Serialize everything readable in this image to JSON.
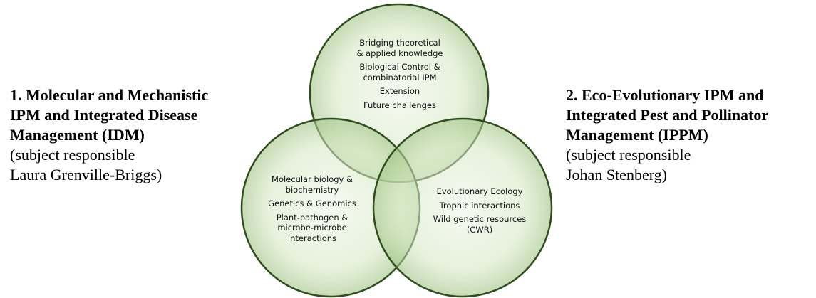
{
  "left_block": {
    "heading_lines": [
      "1. Molecular and Mechanistic",
      "IPM and Integrated Disease",
      "Management (IDM)"
    ],
    "sub_lines": [
      "(subject responsible",
      "Laura Grenville-Briggs)"
    ]
  },
  "right_block": {
    "heading_lines": [
      "2. Eco-Evolutionary IPM and",
      "Integrated Pest and Pollinator",
      "Management (IPPM)"
    ],
    "sub_lines": [
      "(subject responsible",
      "Johan Stenberg)"
    ]
  },
  "circles": {
    "top": {
      "items": [
        "Bridging theoretical",
        "& applied knowledge",
        "Biological Control &",
        "combinatorial IPM",
        "Extension",
        "Future challenges"
      ]
    },
    "left": {
      "items": [
        "Molecular biology &",
        "biochemistry",
        "Genetics & Genomics",
        "Plant-pathogen &",
        "microbe-microbe",
        "interactions"
      ]
    },
    "right": {
      "items": [
        "Evolutionary Ecology",
        "Trophic interactions",
        "Wild genetic resources",
        "(CWR)"
      ]
    }
  },
  "colors": {
    "circle_fill": "#d6e8c4",
    "circle_stroke": "#2e4e1e",
    "circle_fill_edge": "#a9c98f"
  }
}
